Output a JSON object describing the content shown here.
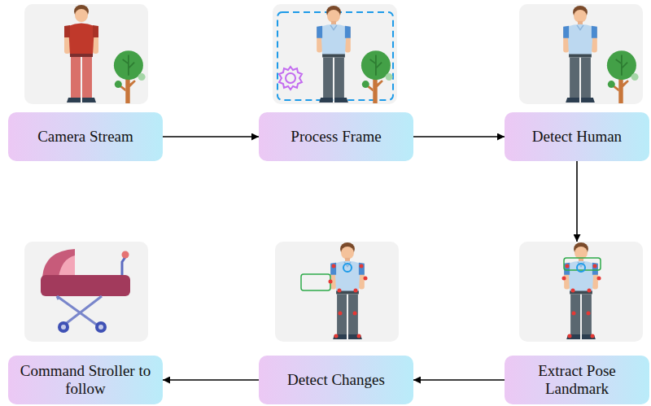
{
  "diagram": {
    "nodes": [
      {
        "text": [
          "Camera Stream"
        ]
      },
      {
        "text": [
          "Process Frame"
        ]
      },
      {
        "text": [
          "Detect Human"
        ]
      },
      {
        "text": [
          "Extract Pose Landmark"
        ]
      },
      {
        "text": [
          "Detect Changes"
        ]
      },
      {
        "text": [
          "Command Stroller to follow"
        ]
      }
    ],
    "edges": [
      {
        "from": 0,
        "to": 1,
        "arrow": "to"
      },
      {
        "from": 1,
        "to": 2,
        "arrow": "to"
      },
      {
        "from": 2,
        "to": 3,
        "arrow": "to"
      },
      {
        "from": 3,
        "to": 4,
        "arrow": "to"
      },
      {
        "from": 4,
        "to": 5,
        "arrow": "to"
      }
    ]
  }
}
